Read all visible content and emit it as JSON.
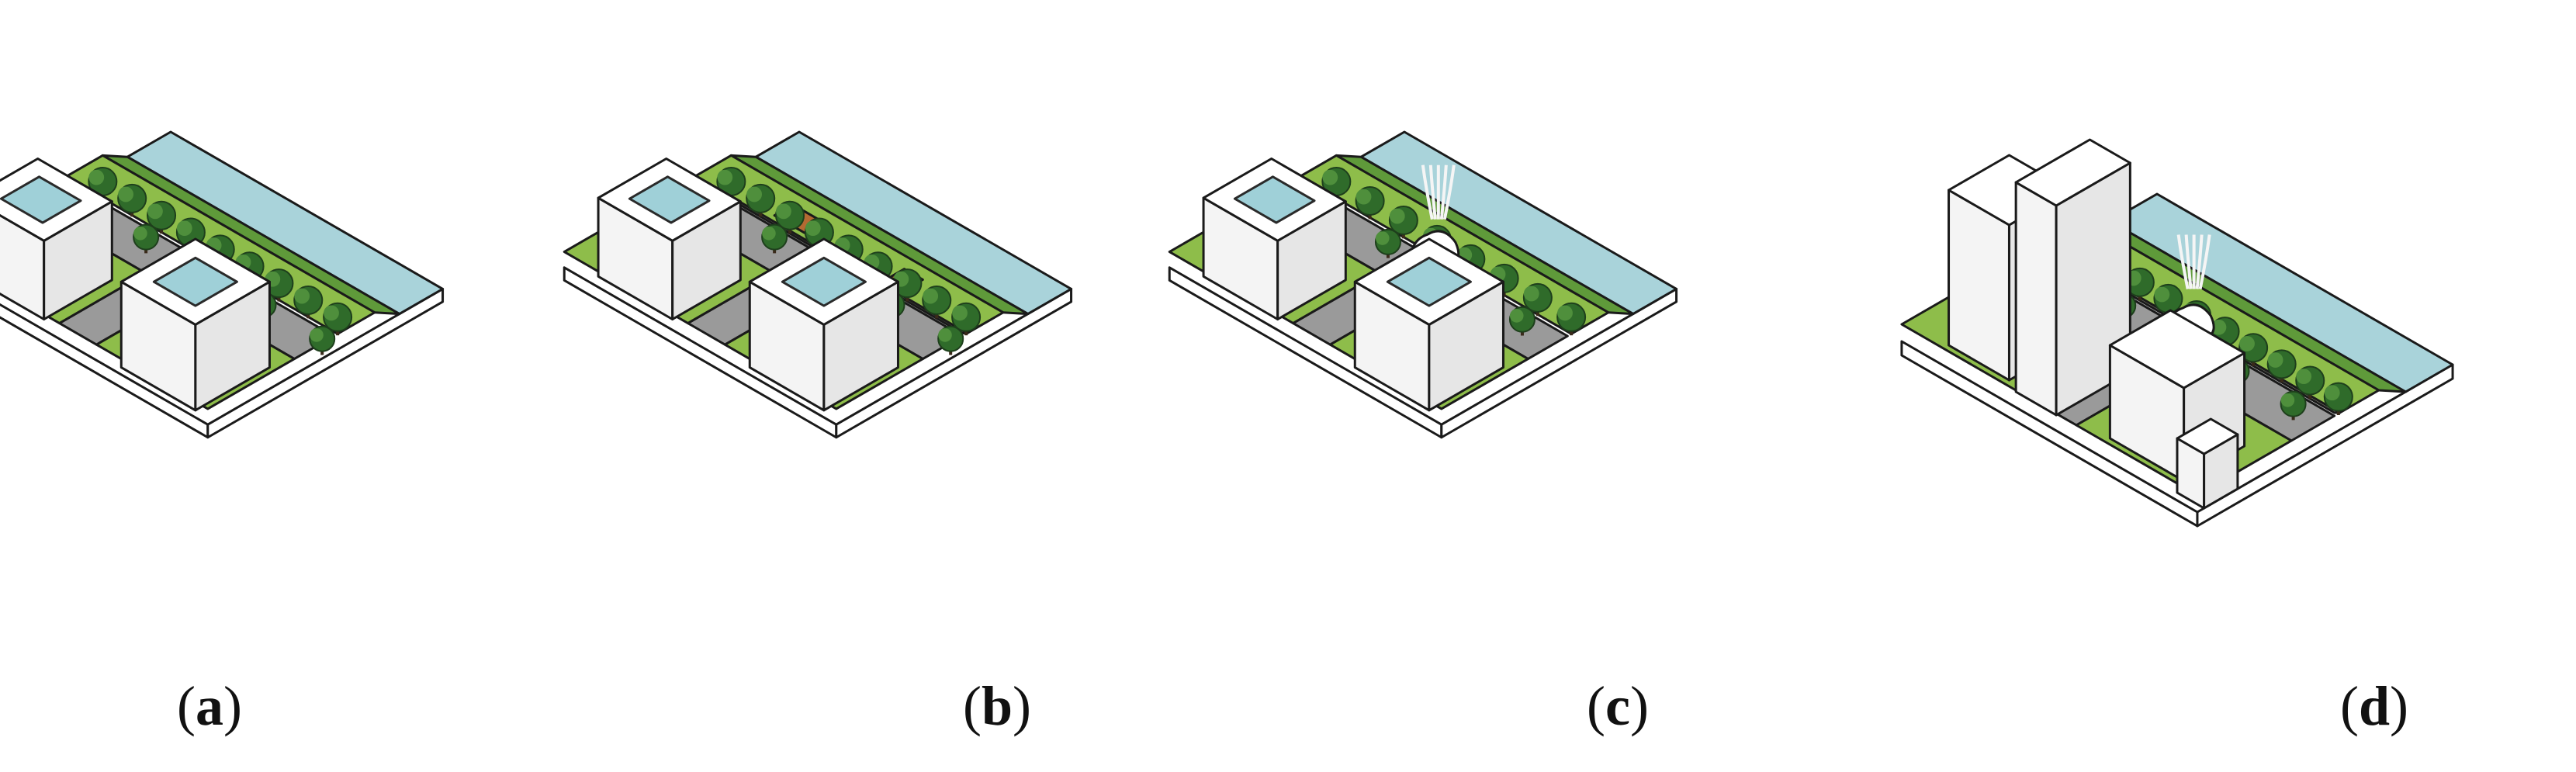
{
  "panels": [
    {
      "label": "a"
    },
    {
      "label": "b"
    },
    {
      "label": "c"
    },
    {
      "label": "d"
    }
  ],
  "colors": {
    "grass": "#8ebd4a",
    "grass_dark": "#5f9a3a",
    "water": "#a9d3da",
    "road": "#9a9a9a",
    "building": "#ffffff",
    "roof_pool": "#9fd0d8",
    "tree": "#2f6b2a",
    "tree_light": "#4f8f3c",
    "outline": "#1a1a1a",
    "deck": "#b46a32",
    "wall": "#8a8a7a"
  },
  "icons": [
    "tree-icon",
    "reed-icon",
    "boulder-icon",
    "building-icon"
  ]
}
